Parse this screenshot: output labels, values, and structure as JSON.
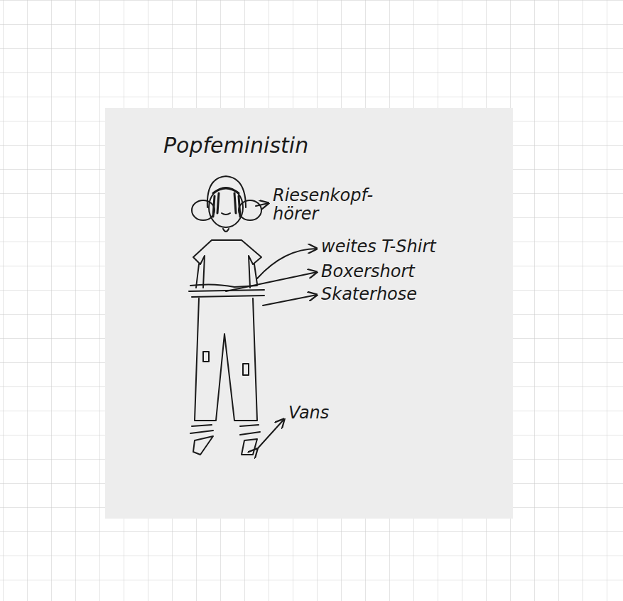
{
  "diagram": {
    "title": "Popfeministin",
    "labels": [
      "Riesenkopf- hörer",
      "weites T-Shirt",
      "Boxershort",
      "Skaterhose",
      "Vans"
    ]
  }
}
